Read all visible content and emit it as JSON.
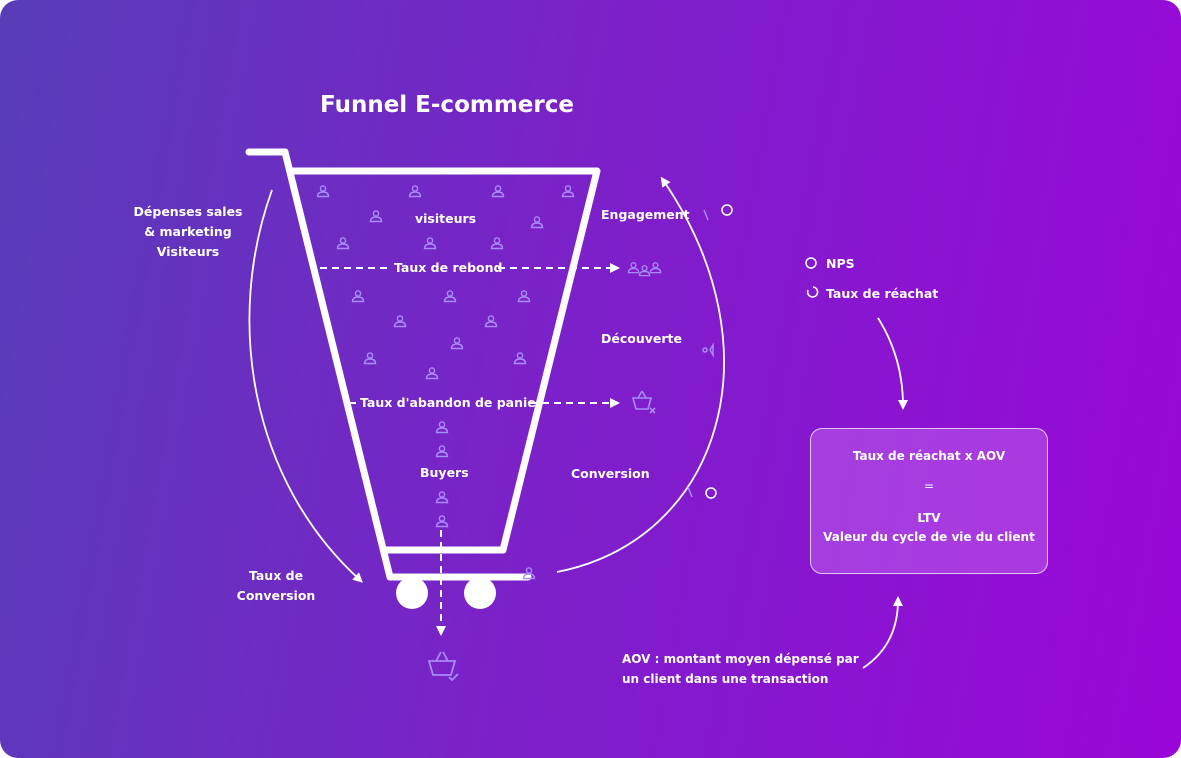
{
  "title": "Funnel E-commerce",
  "left_labels": {
    "spend_line1": "Dépenses sales",
    "spend_line2": "& marketing",
    "spend_line3": "Visiteurs",
    "conv_line1": "Taux de",
    "conv_line2": "Conversion"
  },
  "funnel": {
    "visitors": "visiteurs",
    "bounce": "Taux de rebond",
    "abandon": "Taux d'abandon de panier",
    "buyers": "Buyers"
  },
  "stages": {
    "engagement": "Engagement",
    "discovery": "Découverte",
    "conversion": "Conversion"
  },
  "metrics": {
    "nps": "NPS",
    "repurchase": "Taux de réachat"
  },
  "ltv_box": {
    "formula": "Taux de réachat x AOV",
    "equals": "=",
    "ltv": "LTV",
    "ltv_desc": "Valeur du cycle de vie du client"
  },
  "aov_note": {
    "line1": "AOV : montant moyen dépensé par",
    "line2": "un client dans une transaction"
  },
  "colors": {
    "icon": "#a98cf8",
    "line": "#ffffff"
  }
}
